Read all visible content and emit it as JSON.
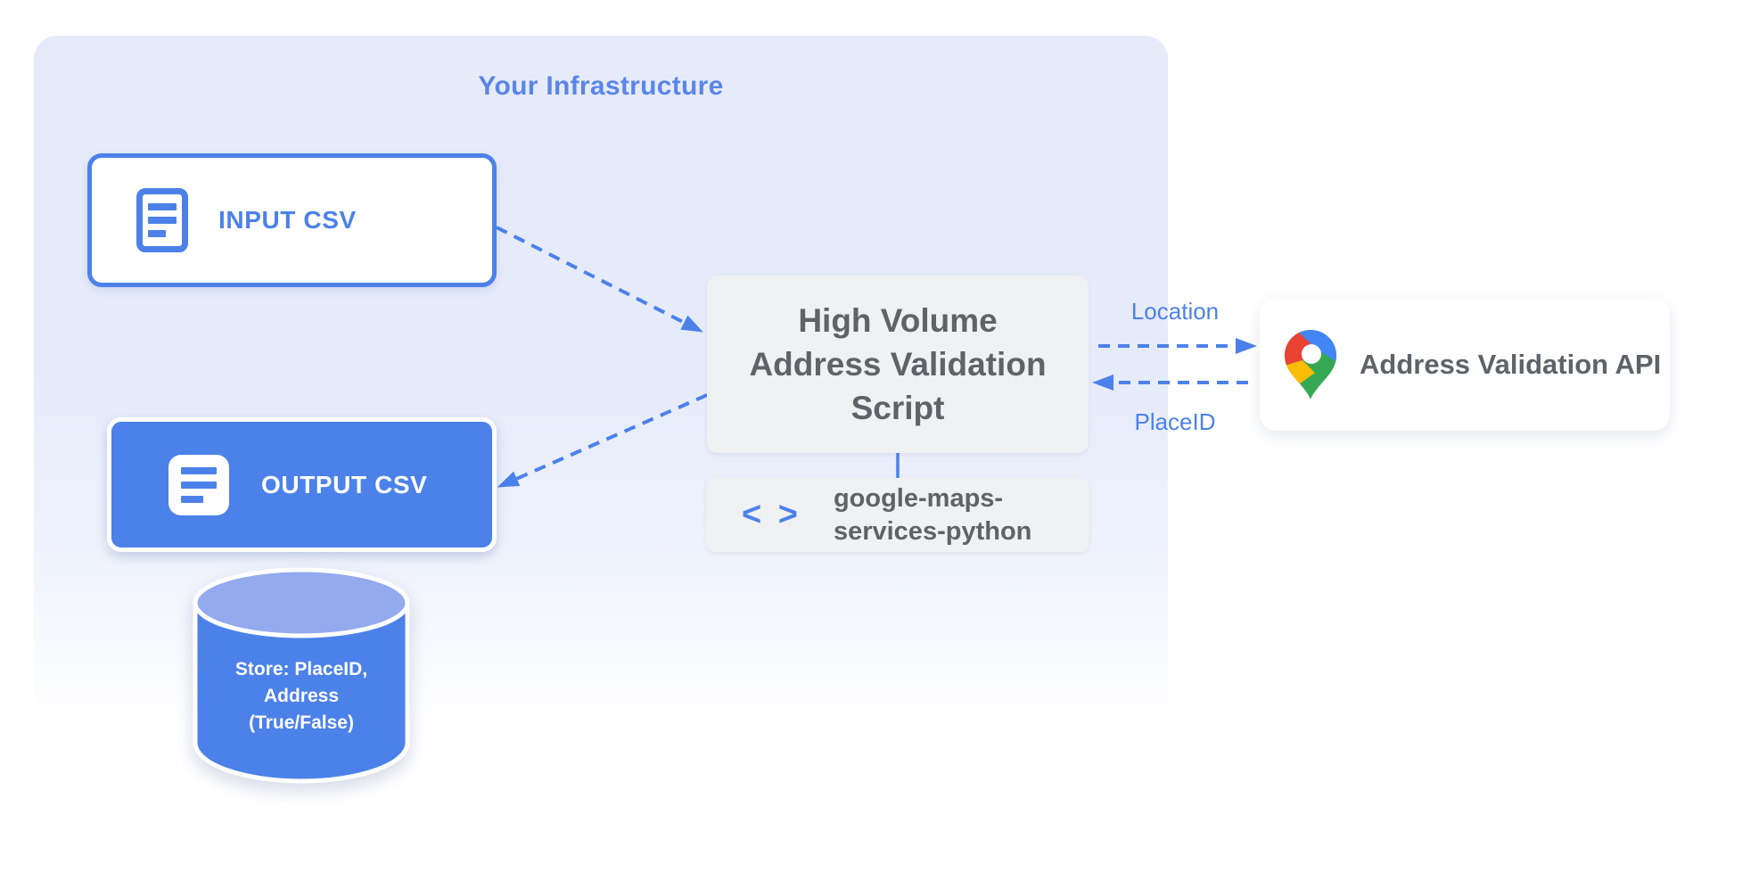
{
  "diagram": {
    "container": {
      "title": "Your Infrastructure"
    },
    "nodes": {
      "input_csv": {
        "label": "INPUT CSV",
        "icon": "document-lines-icon"
      },
      "output_csv": {
        "label": "OUTPUT CSV",
        "icon": "document-lines-icon"
      },
      "datastore": {
        "line1": "Store: PlaceID,",
        "line2": "Address",
        "line3": "(True/False)",
        "icon": "database-cylinder"
      },
      "script": {
        "line1": "High Volume",
        "line2": "Address Validation",
        "line3": "Script"
      },
      "library": {
        "icon_glyph": "< >",
        "line1": "google-maps-",
        "line2": "services-python",
        "icon": "code-icon"
      },
      "api": {
        "label": "Address Validation API",
        "icon": "google-maps-pin-icon"
      }
    },
    "edges": {
      "request_label": "Location",
      "response_label": "PlaceID"
    },
    "colors": {
      "accent_blue": "#4c81e9",
      "container_fill": "#e6ebfa",
      "node_gray": "#f0f1f2",
      "text_dark": "#5f6368",
      "cylinder_body": "#4b81e9",
      "cylinder_top": "#93aaef",
      "pin_red": "#EA4335",
      "pin_blue": "#4285F4",
      "pin_yellow": "#FBBC04",
      "pin_green": "#34A853"
    }
  }
}
